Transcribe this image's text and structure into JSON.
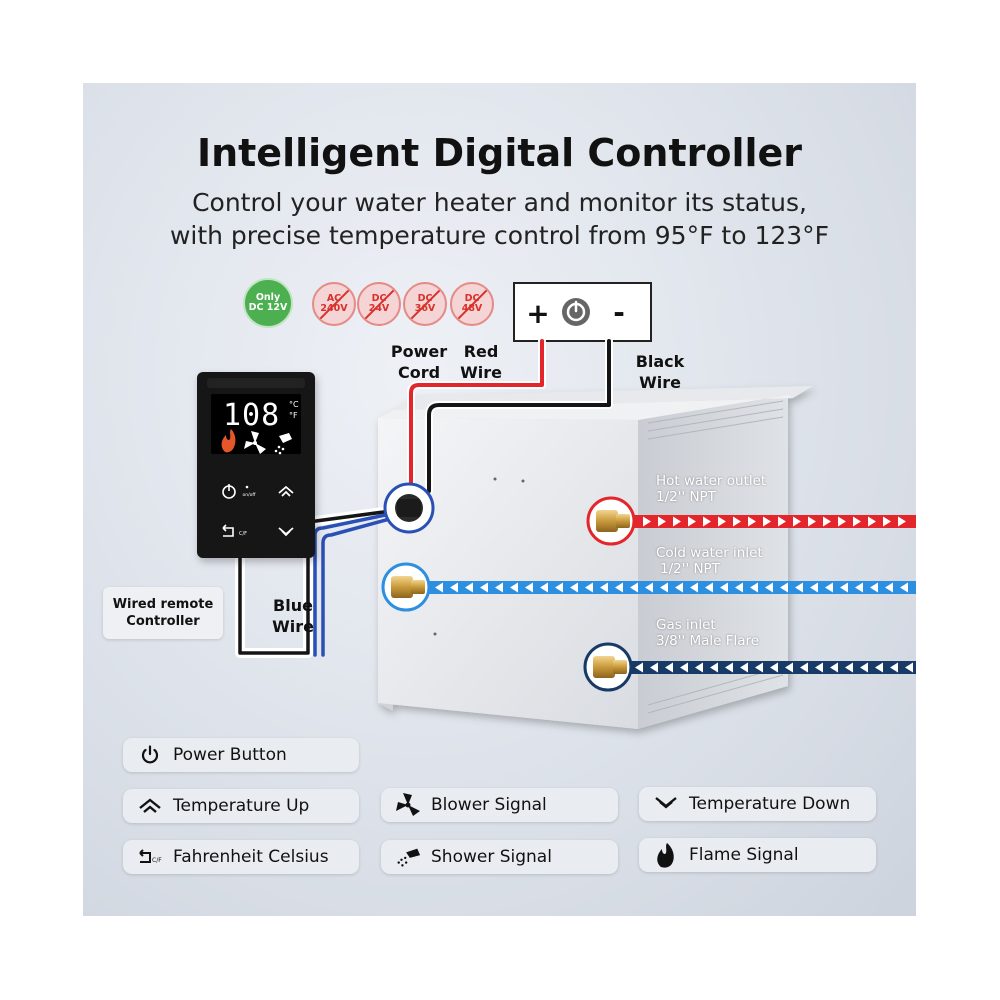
{
  "title": "Intelligent Digital Controller",
  "subtitle_line1": "Control your water heater and monitor its status,",
  "subtitle_line2": "with precise temperature control from 95°F to 123°F",
  "power_badges": [
    {
      "line1": "Only",
      "line2": "DC 12V",
      "allowed": true
    },
    {
      "line1": "AC",
      "line2": "240V",
      "allowed": false
    },
    {
      "line1": "DC",
      "line2": "24V",
      "allowed": false
    },
    {
      "line1": "DC",
      "line2": "36V",
      "allowed": false
    },
    {
      "line1": "DC",
      "line2": "48V",
      "allowed": false
    }
  ],
  "battery": {
    "plus": "+",
    "minus": "-"
  },
  "labels": {
    "power_cord": "Power\nCord",
    "red_wire": "Red\nWire",
    "black_wire": "Black\nWire",
    "blue_wire": "Blue\nWire",
    "wired_remote": "Wired remote\nController"
  },
  "controller": {
    "reading": "108",
    "unit_c": "°C",
    "unit_f": "°F",
    "onoff": "on/off",
    "cf": "C/F"
  },
  "ports": {
    "hot": {
      "name": "Hot water outlet",
      "size": "1/2'' NPT",
      "color": "#e3262b"
    },
    "cold": {
      "name": "Cold water inlet",
      "size": "1/2'' NPT",
      "color": "#2d8fe0"
    },
    "gas": {
      "name": "Gas inlet",
      "size": "3/8'' Male Flare",
      "color": "#173a66"
    }
  },
  "legend": {
    "power": "Power Button",
    "temp_up": "Temperature Up",
    "fc": "Fahrenheit Celsius",
    "blower": "Blower Signal",
    "shower": "Shower Signal",
    "temp_down": "Temperature Down",
    "flame": "Flame Signal"
  },
  "colors": {
    "red_wire": "#e3262b",
    "black_wire": "#151515",
    "blue_wire": "#2a4fb5",
    "flame": "#e5572b"
  }
}
